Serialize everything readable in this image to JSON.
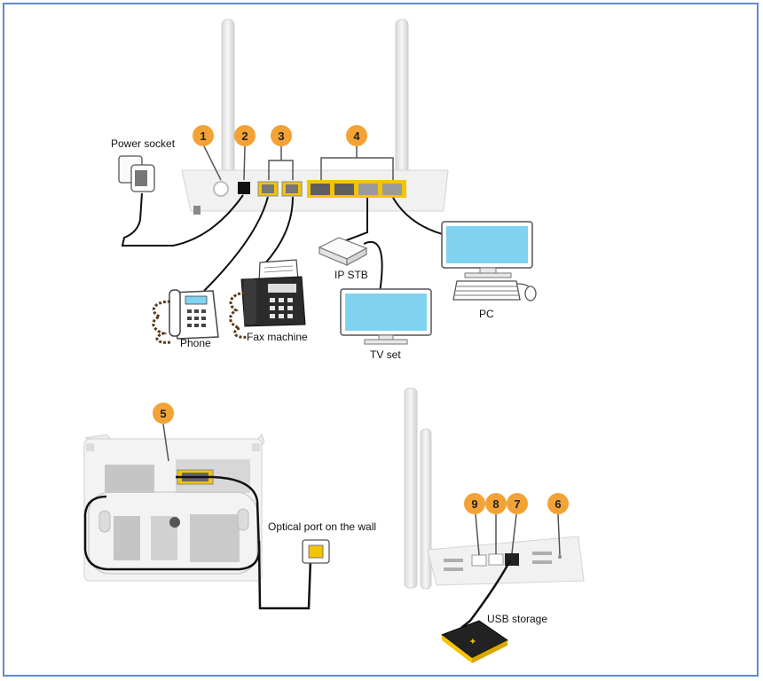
{
  "labels": {
    "power_socket": "Power socket",
    "ip_stb": "IP STB",
    "pc": "PC",
    "phone": "Phone",
    "fax_machine": "Fax machine",
    "tv_set": "TV set",
    "optical_port": "Optical port on the wall",
    "usb_storage": "USB storage"
  },
  "callouts": [
    "1",
    "2",
    "3",
    "4",
    "5",
    "6",
    "7",
    "8",
    "9"
  ],
  "colors": {
    "callout": "#f3a236",
    "cable": "#111111",
    "device_body": "#f2f2f2",
    "port_yellow": "#f5c400",
    "screen": "#7fd3f0",
    "frame": "#5b8bd0"
  }
}
